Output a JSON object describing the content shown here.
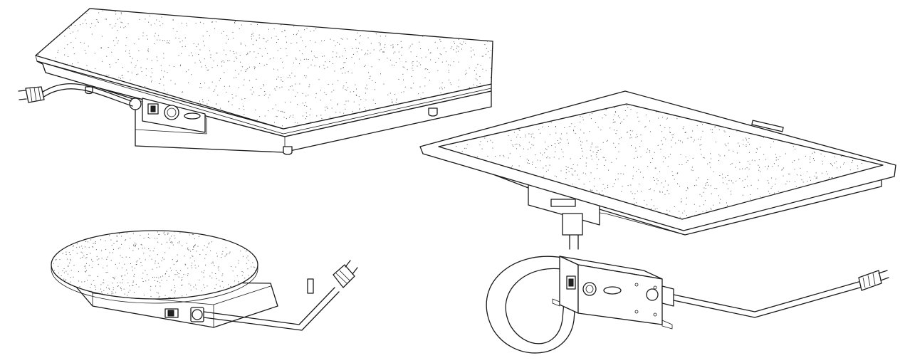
{
  "figure": {
    "products": [
      {
        "id": "rectangular-freestanding-warmer",
        "components": [
          "stone-top",
          "power-switch",
          "thermostat-knob",
          "nameplate",
          "power-cord",
          "plug"
        ]
      },
      {
        "id": "round-freestanding-warmer",
        "components": [
          "stone-top",
          "power-switch",
          "cord-grommet",
          "power-cord",
          "plug"
        ]
      },
      {
        "id": "built-in-drop-in-warmer",
        "components": [
          "stone-top",
          "mounting-flange",
          "remote-control-box",
          "power-switch",
          "thermostat-knob",
          "conduit",
          "power-cord",
          "plug"
        ]
      }
    ],
    "colors": {
      "line": "#1a1a1a",
      "background": "#ffffff",
      "speckle": "#555555"
    }
  }
}
